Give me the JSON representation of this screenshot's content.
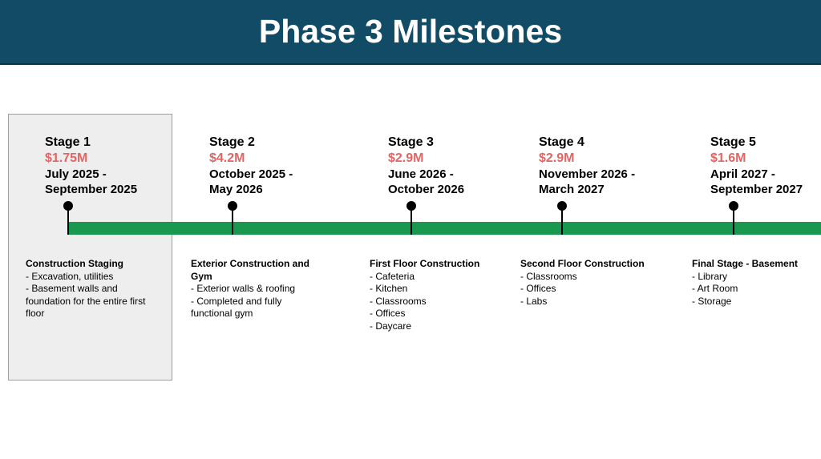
{
  "title": "Phase 3 Milestones",
  "colors": {
    "header_bg": "#114b66",
    "timeline": "#1a9850",
    "cost": "#e06666",
    "highlight_bg": "#eeeeee"
  },
  "stages": [
    {
      "title": "Stage 1",
      "cost": "$1.75M",
      "dates_line1": "July 2025 -",
      "dates_line2": "September 2025",
      "body_title": "Construction Staging",
      "items": [
        "- Excavation, utilities",
        "-  Basement walls and",
        "foundation for the entire first",
        "floor"
      ]
    },
    {
      "title": "Stage 2",
      "cost": "$4.2M",
      "dates_line1": "October 2025 -",
      "dates_line2": "May 2026",
      "body_title": "Exterior Construction and",
      "body_title2": "Gym",
      "items": [
        "- Exterior walls & roofing",
        "- Completed and fully",
        "functional gym"
      ]
    },
    {
      "title": "Stage 3",
      "cost": "$2.9M",
      "dates_line1": "June 2026 -",
      "dates_line2": "October 2026",
      "body_title": "First Floor Construction",
      "items": [
        "- Cafeteria",
        "- Kitchen",
        "- Classrooms",
        "- Offices",
        "- Daycare"
      ]
    },
    {
      "title": "Stage 4",
      "cost": "$2.9M",
      "dates_line1": "November 2026 -",
      "dates_line2": "March 2027",
      "body_title": "Second Floor Construction",
      "items": [
        "- Classrooms",
        "- Offices",
        "- Labs"
      ]
    },
    {
      "title": "Stage 5",
      "cost": "$1.6M",
      "dates_line1": "April 2027 -",
      "dates_line2": "September 2027",
      "body_title": "Final Stage - Basement",
      "items": [
        "- Library",
        "- Art Room",
        "- Storage"
      ]
    }
  ]
}
